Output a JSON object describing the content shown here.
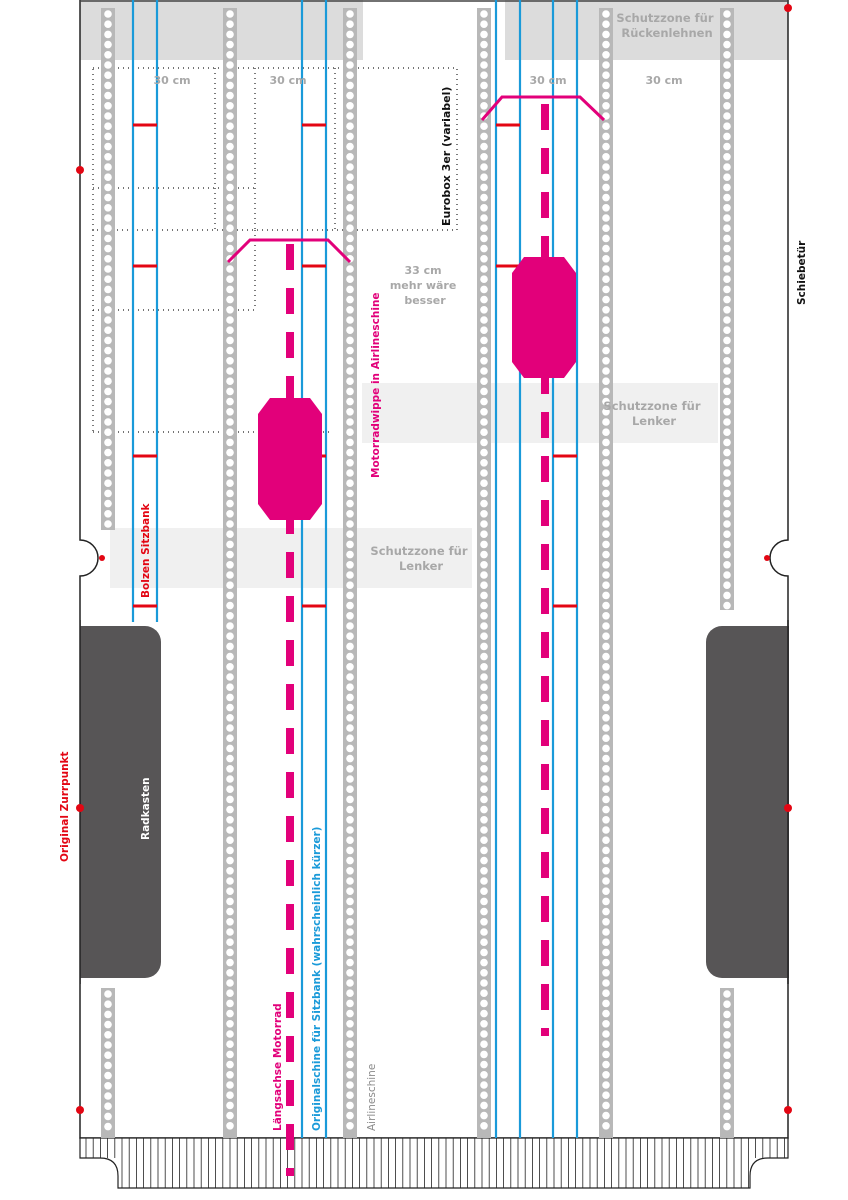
{
  "labels": {
    "zone_backrests": [
      "Schutzzone für",
      "Rückenlehnen"
    ],
    "zone_handlebar_right": [
      "Schutzzone für",
      "Lenker"
    ],
    "zone_handlebar_left": [
      "Schutzzone für",
      "Lenker"
    ],
    "width_1": "30 cm",
    "width_2": "30 cm",
    "width_3": "30 cm",
    "width_4": "30 cm",
    "eurobox": "Eurobox 3er (variabel)",
    "better": [
      "33 cm",
      "mehr wäre",
      "besser"
    ],
    "wheel_chock": "Motorradwippe in Airlineschine",
    "seat_bolts": "Bolzen Sitzbank",
    "tie_down": "Original Zurrpunkt",
    "wheel_arch": "Radkasten",
    "bike_axis": "Längsachse Motorrad",
    "seat_rail": "Originalschine für Sitzbank (wahrscheinlich kürzer)",
    "airline_rail": "Airlineschine",
    "sliding_door": "Schiebetür"
  },
  "colors": {
    "rail": "#b8b8b8",
    "blue": "#1a9ad9",
    "magenta": "#e2007a",
    "red": "#e30613",
    "zone": "#dcdcdc",
    "zone_light": "#f0f0f0",
    "wheel_arch": "#575556"
  }
}
